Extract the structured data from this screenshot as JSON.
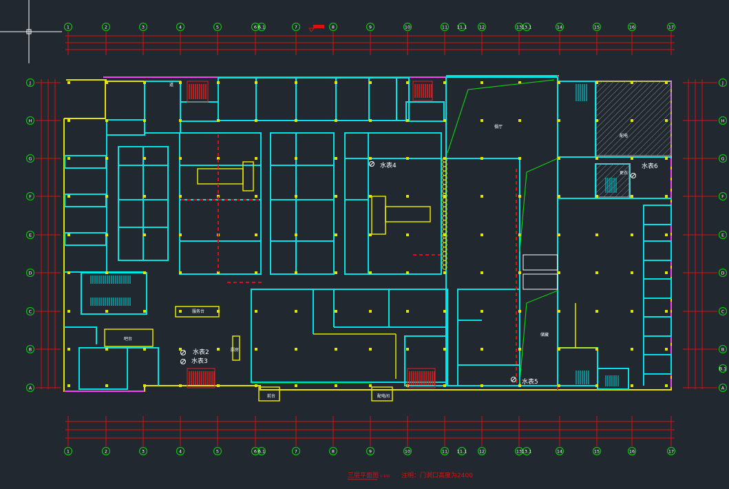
{
  "drawing": {
    "title": "三层平面图",
    "scale": "1:100",
    "note": "注明：门洞口高度为2400",
    "background": "#212830"
  },
  "grid": {
    "columns": [
      "1",
      "2",
      "3",
      "4",
      "5",
      "6",
      "7",
      "8",
      "9",
      "10",
      "11",
      "12",
      "13",
      "14",
      "15",
      "16",
      "17"
    ],
    "rows": [
      "J",
      "H",
      "G",
      "F",
      "E",
      "D",
      "C",
      "B",
      "A"
    ],
    "extra_columns": [
      "6.1",
      "11.1",
      "13.1"
    ],
    "extra_rows": [
      "B.1"
    ]
  },
  "labels": {
    "water_meters": [
      "水表4",
      "水表6",
      "水表2",
      "水表3",
      "水表5"
    ],
    "rooms": [
      "餐厅",
      "配电",
      "更衣",
      "服务台",
      "吧台",
      "厨房",
      "储藏",
      "前台",
      "配电间",
      "道"
    ]
  },
  "colors": {
    "wall": "#00e5e5",
    "dimension": "#e01010",
    "grid_bubble": "#10c010",
    "yellow": "#e5e500",
    "green_line": "#10d010",
    "magenta": "#ff40ff",
    "stair": "#e02020"
  },
  "icons": [
    "crosshair-cursor-icon",
    "section-marker-icon",
    "water-meter-icon"
  ]
}
